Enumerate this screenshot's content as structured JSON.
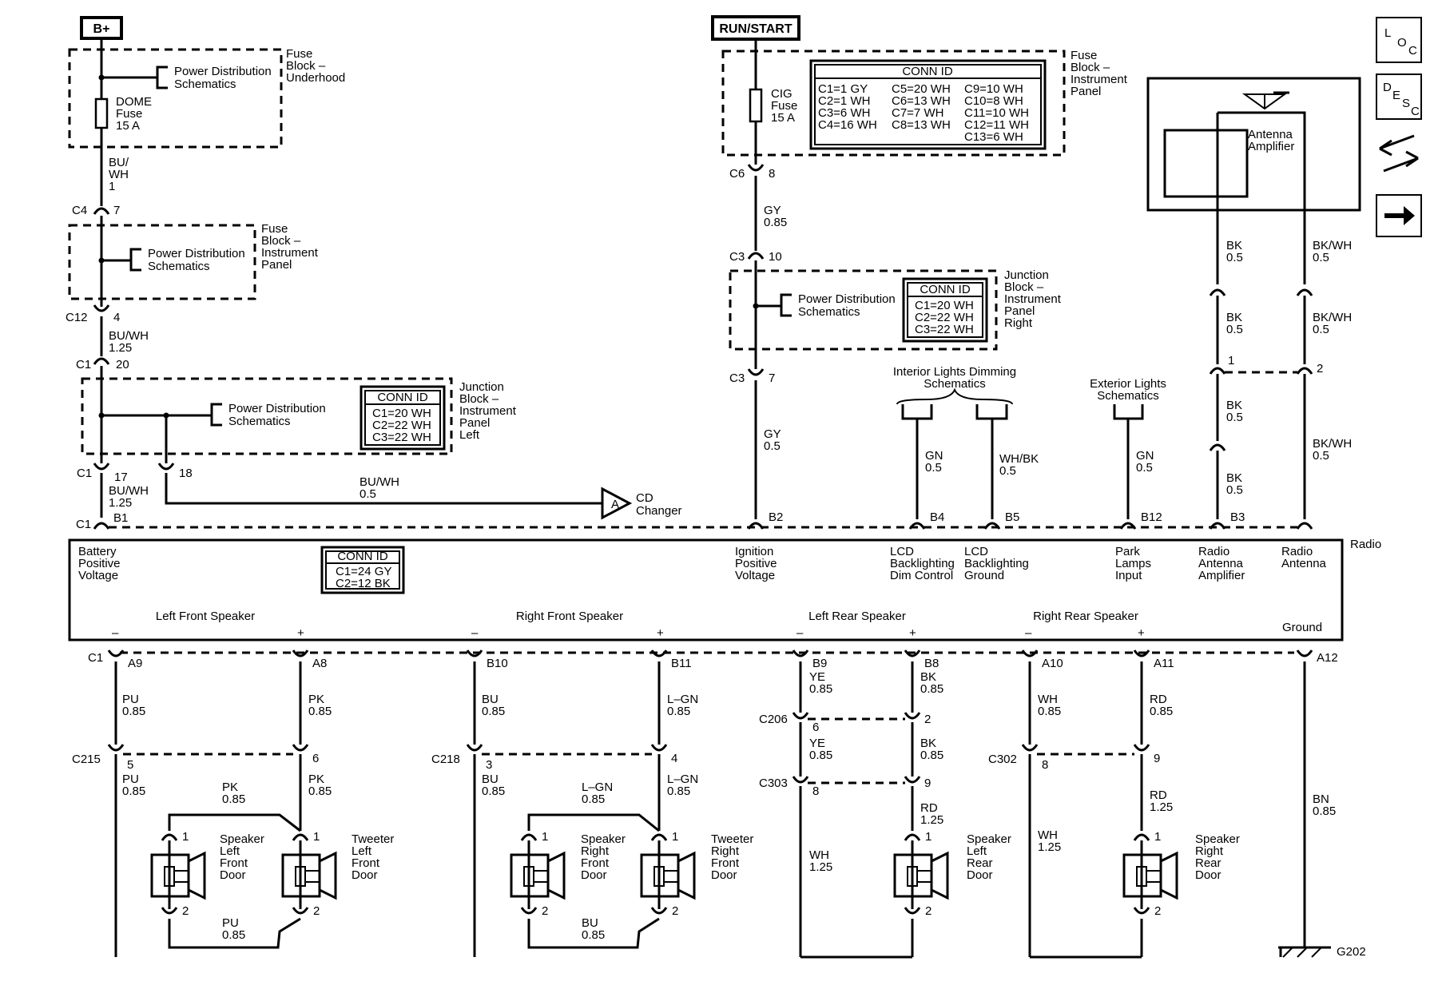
{
  "power_tags": {
    "bplus": "B+",
    "runstart": "RUN/START"
  },
  "nav_icons": {
    "loc": [
      "L",
      "O",
      "C"
    ],
    "desc": [
      "D",
      "E",
      "S",
      "C"
    ]
  },
  "fuse_blocks": {
    "underhood": {
      "title": [
        "Fuse",
        "Block –",
        "Underhood"
      ],
      "pd": [
        "Power Distribution",
        "Schematics"
      ],
      "fuse": [
        "DOME",
        "Fuse",
        "15 A"
      ]
    },
    "ip": {
      "title": [
        "Fuse",
        "Block –",
        "Instrument",
        "Panel"
      ],
      "pd": [
        "Power Distribution",
        "Schematics"
      ]
    },
    "ip_cig": {
      "title": [
        "Fuse",
        "Block –",
        "Instrument",
        "Panel"
      ],
      "fuse": [
        "CIG",
        "Fuse",
        "15 A"
      ]
    }
  },
  "conn_id_fuse_ip": {
    "title": "CONN ID",
    "col1": [
      "C1=1 GY",
      "C2=1 WH",
      "C3=6 WH",
      "C4=16 WH"
    ],
    "col2": [
      "C5=20 WH",
      "C6=13 WH",
      "C7=7 WH",
      "C8=13 WH"
    ],
    "col3": [
      "C9=10 WH",
      "C10=8 WH",
      "C11=10 WH",
      "C12=11 WH",
      "C13=6 WH"
    ]
  },
  "jb_left": {
    "title": [
      "Junction",
      "Block –",
      "Instrument",
      "Panel",
      "Left"
    ],
    "pd": [
      "Power Distribution",
      "Schematics"
    ],
    "conn": [
      "CONN ID",
      "C1=20 WH",
      "C2=22 WH",
      "C3=22 WH"
    ]
  },
  "jb_right": {
    "title": [
      "Junction",
      "Block –",
      "Instrument",
      "Panel",
      "Right"
    ],
    "pd": [
      "Power Distribution",
      "Schematics"
    ],
    "conn": [
      "CONN ID",
      "C1=20 WH",
      "C2=22 WH",
      "C3=22 WH"
    ]
  },
  "radio_conn": [
    "CONN ID",
    "C1=24 GY",
    "C2=12 BK"
  ],
  "radio_label": "Radio",
  "wires_left": {
    "buwh1": [
      "BU/",
      "WH",
      "1"
    ],
    "c4": [
      "C4",
      "7"
    ],
    "c12": [
      "C12",
      "4"
    ],
    "buwh125a": [
      "BU/WH",
      "1.25"
    ],
    "c1_20": [
      "C1",
      "20"
    ],
    "c1_17": [
      "C1",
      "17"
    ],
    "pin18": "18",
    "buwh125b": [
      "BU/WH",
      "1.25"
    ],
    "cd_wire": [
      "BU/WH",
      "0.5"
    ],
    "cd_target": [
      "CD",
      "Changer"
    ],
    "cd_letter": "A",
    "c1_b1": [
      "C1",
      "B1"
    ]
  },
  "wires_mid": {
    "c6": [
      "C6",
      "8"
    ],
    "gy085": [
      "GY",
      "0.85"
    ],
    "c3_10": [
      "C3",
      "10"
    ],
    "c3_7": [
      "C3",
      "7"
    ],
    "gy05": [
      "GY",
      "0.5"
    ],
    "b2": "B2"
  },
  "dimming": {
    "title": [
      "Interior Lights Dimming",
      "Schematics"
    ],
    "w1": [
      "GN",
      "0.5"
    ],
    "w2": [
      "WH/BK",
      "0.5"
    ],
    "b4": "B4",
    "b5": "B5"
  },
  "exterior": {
    "title": [
      "Exterior Lights",
      "Schematics"
    ],
    "w": [
      "GN",
      "0.5"
    ],
    "b12": "B12"
  },
  "antenna": {
    "amp": [
      "Antenna",
      "Amplifier"
    ],
    "bk1": [
      "BK",
      "0.5"
    ],
    "bk2": [
      "BK",
      "0.5"
    ],
    "bk3": [
      "BK",
      "0.5"
    ],
    "bk4": [
      "BK",
      "0.5"
    ],
    "bkwh1": [
      "BK/WH",
      "0.5"
    ],
    "bkwh2": [
      "BK/WH",
      "0.5"
    ],
    "bkwh3": [
      "BK/WH",
      "0.5"
    ],
    "p1": "1",
    "p2": "2",
    "b3": "B3"
  },
  "radio_top_labels": [
    [
      "Battery",
      "Positive",
      "Voltage"
    ],
    [
      "Ignition",
      "Positive",
      "Voltage"
    ],
    [
      "LCD",
      "Backlighting",
      "Dim Control"
    ],
    [
      "LCD",
      "Backlighting",
      "Ground"
    ],
    [
      "Park",
      "Lamps",
      "Input"
    ],
    [
      "Radio",
      "Antenna",
      "Amplifier"
    ],
    [
      "Radio",
      "Antenna"
    ]
  ],
  "speaker_groups": [
    "Left Front Speaker",
    "Right Front Speaker",
    "Left Rear Speaker",
    "Right Rear Speaker"
  ],
  "ground_label": "Ground",
  "minus": "–",
  "plus": "+",
  "bottom_pins": [
    "C1",
    "A9",
    "A8",
    "B10",
    "B11",
    "B9",
    "B8",
    "A10",
    "A11",
    "A12"
  ],
  "bottom_wires": {
    "pu085": [
      "PU",
      "0.85"
    ],
    "pk085": [
      "PK",
      "0.85"
    ],
    "bu085": [
      "BU",
      "0.85"
    ],
    "lgn085": [
      "L–GN",
      "0.85"
    ],
    "ye085": [
      "YE",
      "0.85"
    ],
    "bk085": [
      "BK",
      "0.85"
    ],
    "wh085": [
      "WH",
      "0.85"
    ],
    "rd085": [
      "RD",
      "0.85"
    ]
  },
  "inline": {
    "c215": "C215",
    "c218": "C218",
    "c206": "C206",
    "c303": "C303",
    "c302": "C302",
    "p5": "5",
    "p6": "6",
    "p3": "3",
    "p4": "4",
    "p6b": "6",
    "p2": "2",
    "p8": "8",
    "p9": "9",
    "p8b": "8",
    "p9b": "9"
  },
  "lower_wires": {
    "pu1": [
      "PU",
      "0.85"
    ],
    "pk1": [
      "PK",
      "0.85"
    ],
    "pk2": [
      "PK",
      "0.85"
    ],
    "pu2": [
      "PU",
      "0.85"
    ],
    "bu1": [
      "BU",
      "0.85"
    ],
    "lgn1": [
      "L–GN",
      "0.85"
    ],
    "lgn2": [
      "L–GN",
      "0.85"
    ],
    "bu2": [
      "BU",
      "0.85"
    ],
    "ye2": [
      "YE",
      "0.85"
    ],
    "bk2": [
      "BK",
      "0.85"
    ],
    "wh125a": [
      "WH",
      "1.25"
    ],
    "rd125a": [
      "RD",
      "1.25"
    ],
    "wh125b": [
      "WH",
      "1.25"
    ],
    "rd125b": [
      "RD",
      "1.25"
    ],
    "bn": [
      "BN",
      "0.85"
    ]
  },
  "speakers": {
    "lf": [
      "Speaker",
      "Left",
      "Front",
      "Door"
    ],
    "lft": [
      "Tweeter",
      "Left",
      "Front",
      "Door"
    ],
    "rf": [
      "Speaker",
      "Right",
      "Front",
      "Door"
    ],
    "rft": [
      "Tweeter",
      "Right",
      "Front",
      "Door"
    ],
    "lr": [
      "Speaker",
      "Left",
      "Rear",
      "Door"
    ],
    "rr": [
      "Speaker",
      "Right",
      "Rear",
      "Door"
    ]
  },
  "pin1": "1",
  "pin2": "2",
  "ground_id": "G202"
}
